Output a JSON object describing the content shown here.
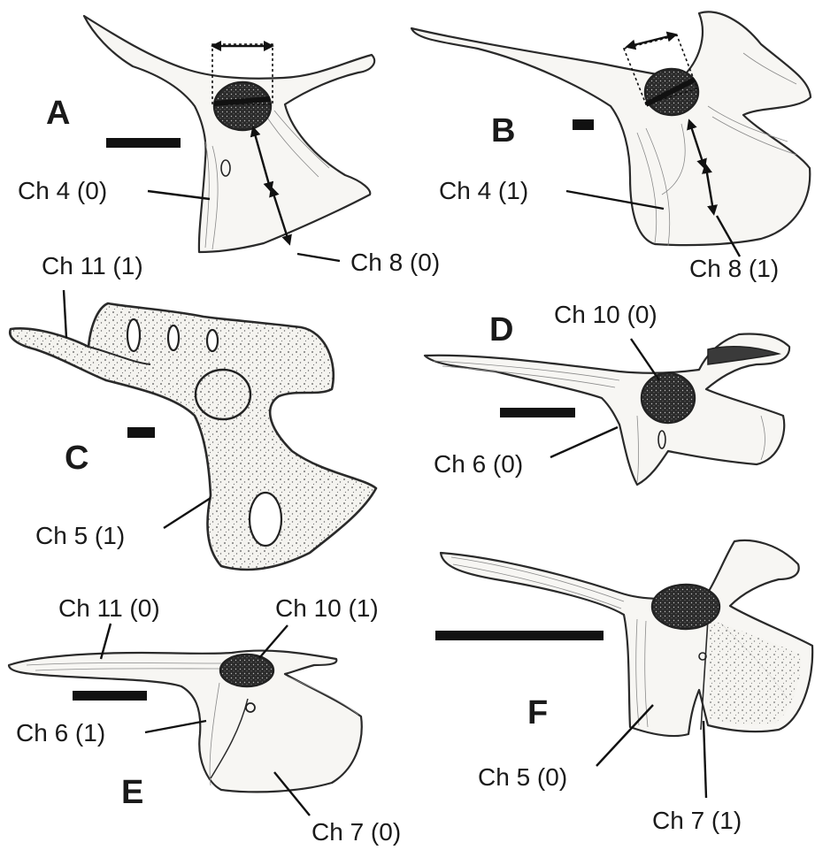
{
  "panels": {
    "A": {
      "letter": "A",
      "callouts": [
        "Ch 4 (0)",
        "Ch 8 (0)"
      ]
    },
    "B": {
      "letter": "B",
      "callouts": [
        "Ch 4 (1)",
        "Ch 8 (1)"
      ]
    },
    "C": {
      "letter": "C",
      "callouts": [
        "Ch 11 (1)",
        "Ch 5 (1)"
      ]
    },
    "D": {
      "letter": "D",
      "callouts": [
        "Ch 10 (0)",
        "Ch 6 (0)"
      ]
    },
    "E": {
      "letter": "E",
      "callouts": [
        "Ch 11 (0)",
        "Ch 10 (1)",
        "Ch 6 (1)",
        "Ch 7 (0)"
      ]
    },
    "F": {
      "letter": "F",
      "callouts": [
        "Ch 5 (0)",
        "Ch 7 (1)"
      ]
    }
  },
  "colors": {
    "ink": "#1a1a1a",
    "paper": "#ffffff",
    "bone": "#f7f6f3"
  }
}
